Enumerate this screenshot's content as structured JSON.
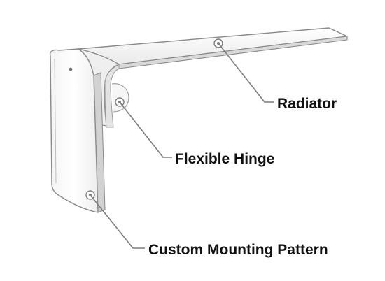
{
  "labels": {
    "radiator": "Radiator",
    "flexible_hinge": "Flexible Hinge",
    "custom_mounting_pattern": "Custom Mounting Pattern"
  },
  "colors": {
    "background": "#ffffff",
    "panel_fill": "#ffffff",
    "panel_edge": "#8a8a8a",
    "shadow": "#cfcfcf",
    "leader_line": "#7d7d7d",
    "text": "#111111"
  }
}
